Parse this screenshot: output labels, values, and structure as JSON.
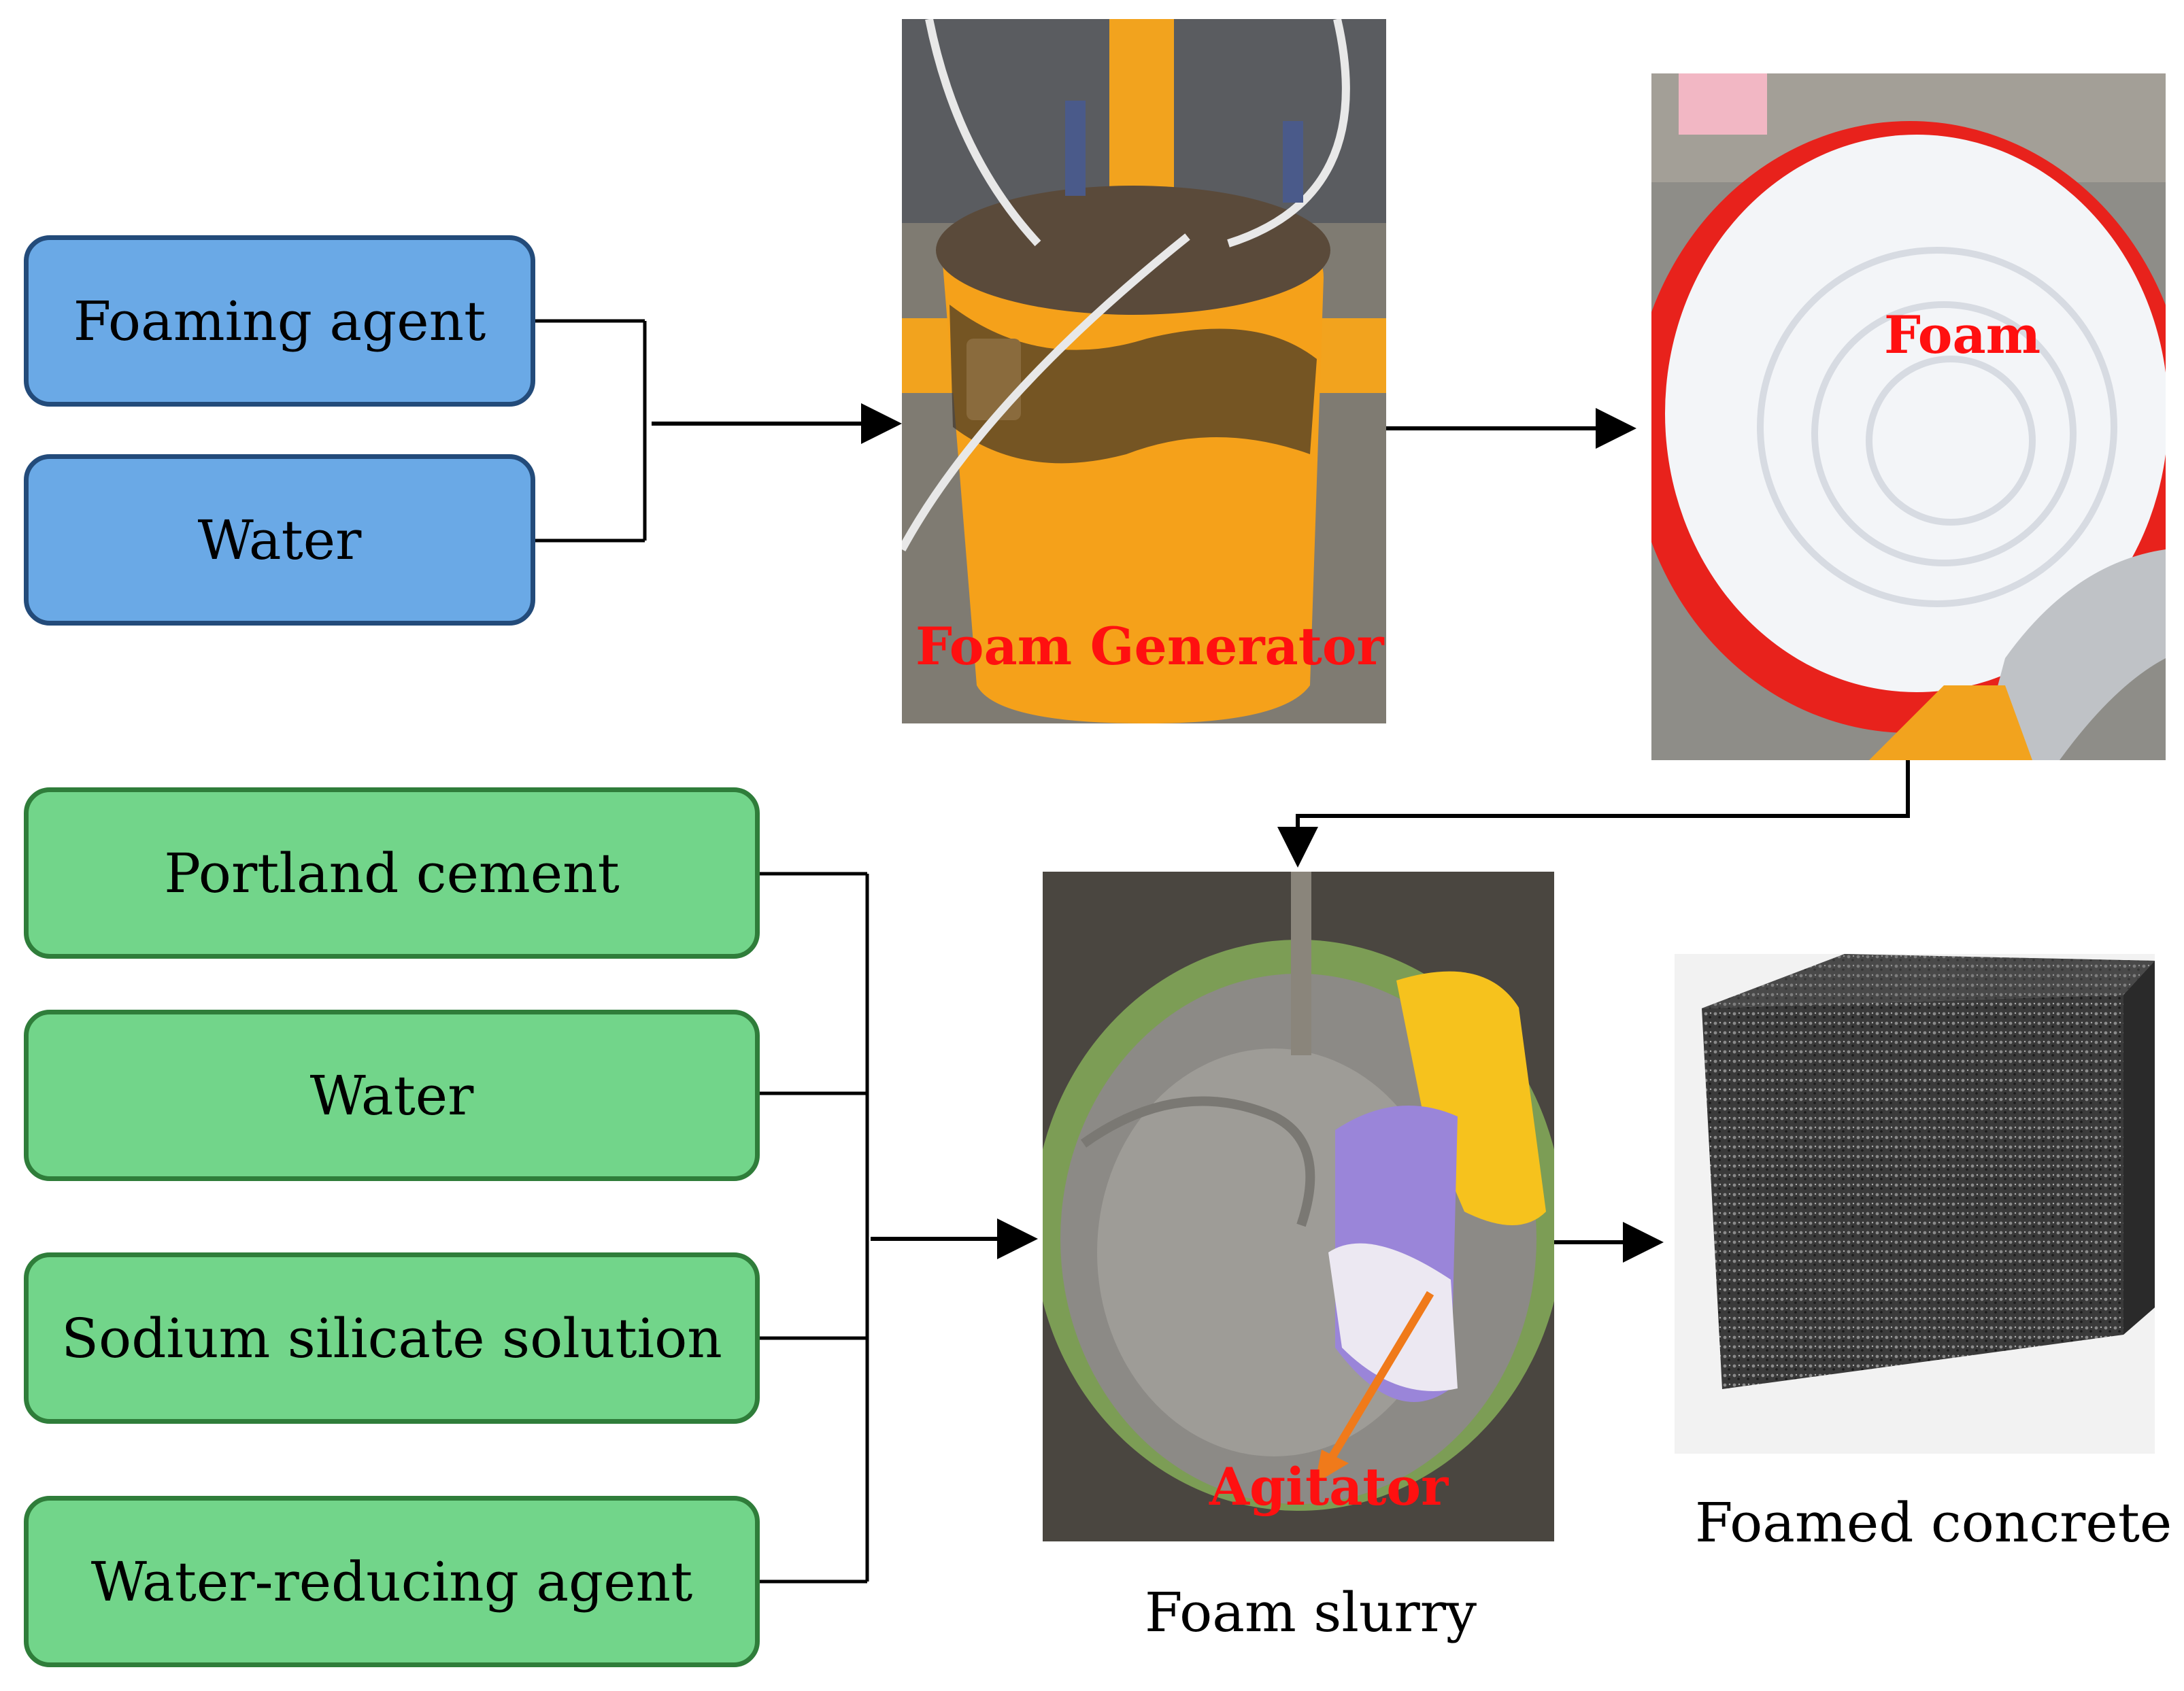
{
  "blue_inputs": {
    "foaming_agent": "Foaming agent",
    "water": "Water"
  },
  "green_inputs": {
    "portland_cement": "Portland cement",
    "water": "Water",
    "sodium_silicate": "Sodium silicate solution",
    "water_reducing_agent": "Water-reducing agent"
  },
  "photo_labels": {
    "foam_generator": "Foam Generator",
    "foam": "Foam",
    "agitator": "Agitator"
  },
  "captions": {
    "foam_slurry": "Foam slurry",
    "foamed_concrete": "Foamed concrete"
  },
  "colors": {
    "blue_box": "#6aa9e6",
    "green_box": "#72d58a",
    "label_red": "#ff1010"
  }
}
